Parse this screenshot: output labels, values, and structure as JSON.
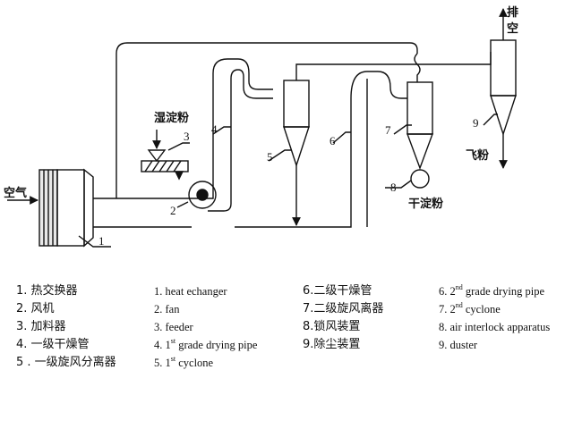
{
  "diagram": {
    "labels": {
      "air_in": "空气",
      "wet_powder": "湿淀粉",
      "dry_powder": "干淀粉",
      "exhaust": "排空",
      "fly_powder": "飞粉"
    },
    "callouts": [
      "1",
      "2",
      "3",
      "4",
      "5",
      "6",
      "7",
      "8",
      "9"
    ]
  },
  "legend": {
    "zh_left": [
      "1. 热交换器",
      "2. 风机",
      "3. 加料器",
      "4. 一级干燥管",
      "5 . 一级旋风分离器"
    ],
    "en_left": [
      {
        "num": "1. ",
        "text": "heat echanger",
        "sup": ""
      },
      {
        "num": "2. ",
        "text": "fan",
        "sup": ""
      },
      {
        "num": "3. ",
        "text": "feeder",
        "sup": ""
      },
      {
        "num": "4.  1",
        "sup": "st",
        "text": " grade drying pipe"
      },
      {
        "num": "5.  1",
        "sup": "st",
        "text": " cyclone"
      }
    ],
    "zh_right": [
      "6.二级干燥管",
      "7.二级旋风离器",
      "8.锁风装置",
      "9.除尘装置"
    ],
    "en_right": [
      {
        "num": "6. 2",
        "sup": "nd",
        "text": " grade drying pipe"
      },
      {
        "num": " 7.  2",
        "sup": "nd",
        "text": " cyclone"
      },
      {
        "num": "8.  ",
        "sup": "",
        "text": "air interlock apparatus"
      },
      {
        "num": "9.  ",
        "sup": "",
        "text": "duster"
      }
    ]
  }
}
